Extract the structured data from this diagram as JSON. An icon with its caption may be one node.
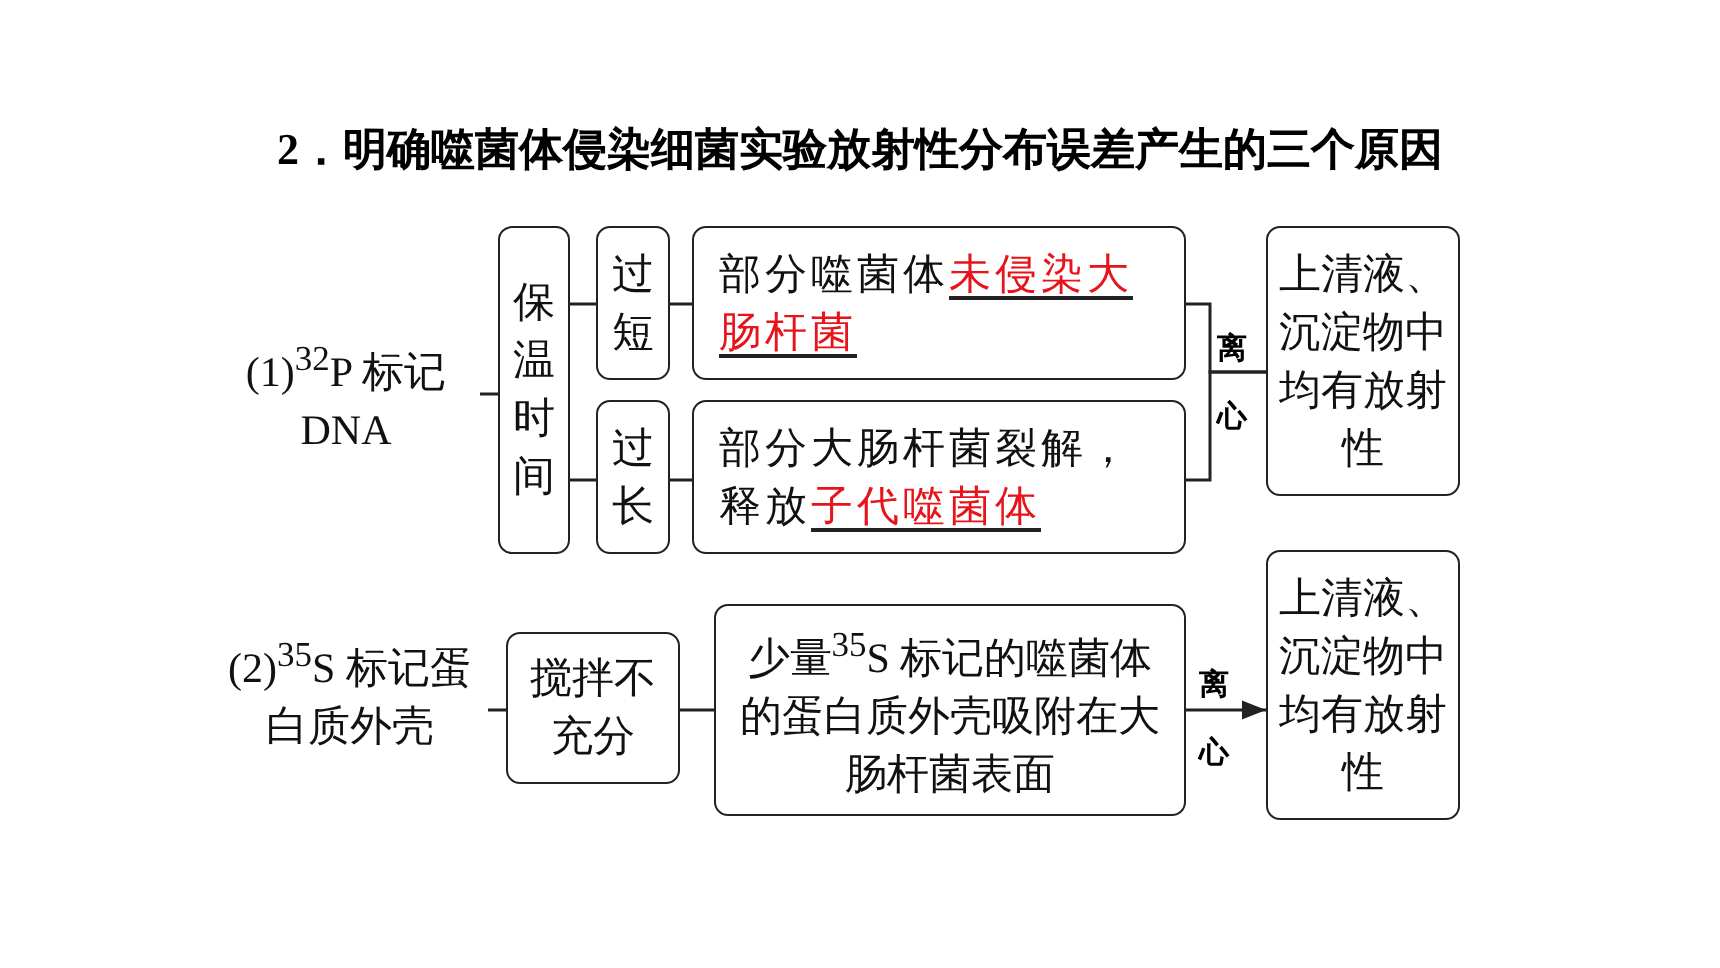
{
  "diagram": {
    "title": "2．明确噬菌体侵染细菌实验放射性分布误差产生的三个原因",
    "nodes": [
      {
        "text": [
          "(1)$^{32}$P 标记 DNA"
        ]
      },
      {
        "text": [
          "保温时间"
        ]
      },
      {
        "text": [
          "过短"
        ]
      },
      {
        "text": [
          "过长"
        ]
      },
      {
        "text": [
          "部分噬菌体",
          "未侵染大肠杆菌"
        ]
      },
      {
        "text": [
          "部分大肠杆菌裂解，释放",
          "子代噬菌体"
        ]
      },
      {
        "text": [
          "上清液、沉淀物中均有放射性"
        ]
      },
      {
        "text": [
          "(2)$^{35}$S 标记蛋白质外壳"
        ]
      },
      {
        "text": [
          "搅拌不充分"
        ]
      },
      {
        "text": [
          "少量$^{35}$S 标记的噬菌体的蛋白质外壳吸附在大肠杆菌表面"
        ]
      },
      {
        "text": [
          "上清液、沉淀物中均有放射性"
        ]
      }
    ],
    "edges": [
      {
        "from": 0,
        "to": 1,
        "arrow": "none"
      },
      {
        "from": 1,
        "to": 2,
        "arrow": "none"
      },
      {
        "from": 1,
        "to": 3,
        "arrow": "none"
      },
      {
        "from": 2,
        "to": 4,
        "arrow": "none"
      },
      {
        "from": 3,
        "to": 5,
        "arrow": "none"
      },
      {
        "from": 4,
        "to": 6,
        "arrow": "none",
        "label": "离心"
      },
      {
        "from": 5,
        "to": 6,
        "arrow": "none"
      },
      {
        "from": 7,
        "to": 8,
        "arrow": "none"
      },
      {
        "from": 8,
        "to": 9,
        "arrow": "none"
      },
      {
        "from": 9,
        "to": 10,
        "arrow": "to",
        "label": "离心"
      }
    ]
  }
}
